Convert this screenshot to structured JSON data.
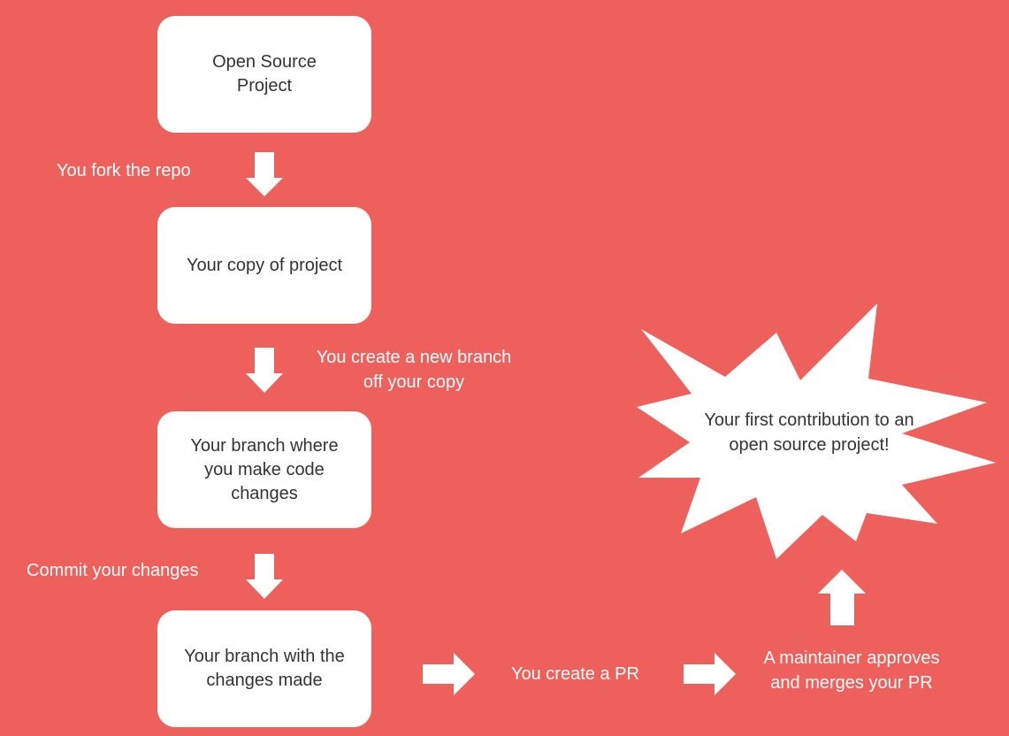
{
  "boxes": {
    "open_source_project": [
      "Open Source",
      "Project"
    ],
    "your_copy": [
      "Your copy of project"
    ],
    "your_branch": [
      "Your branch where",
      "you make code",
      "changes"
    ],
    "branch_with_changes": [
      "Your branch with the",
      "changes made"
    ]
  },
  "steps": {
    "fork": "You fork the repo",
    "create_branch": [
      "You create a new branch",
      "off your copy"
    ],
    "commit": "Commit your changes",
    "create_pr": "You create a PR",
    "maintainer": [
      "A maintainer approves",
      "and merges your PR"
    ]
  },
  "result": [
    "Your first contribution to an",
    "open source project!"
  ],
  "colors": {
    "background": "#EE605C",
    "box": "#FFFFFF",
    "box_text": "#333333",
    "label_text": "#FFFFFF"
  }
}
